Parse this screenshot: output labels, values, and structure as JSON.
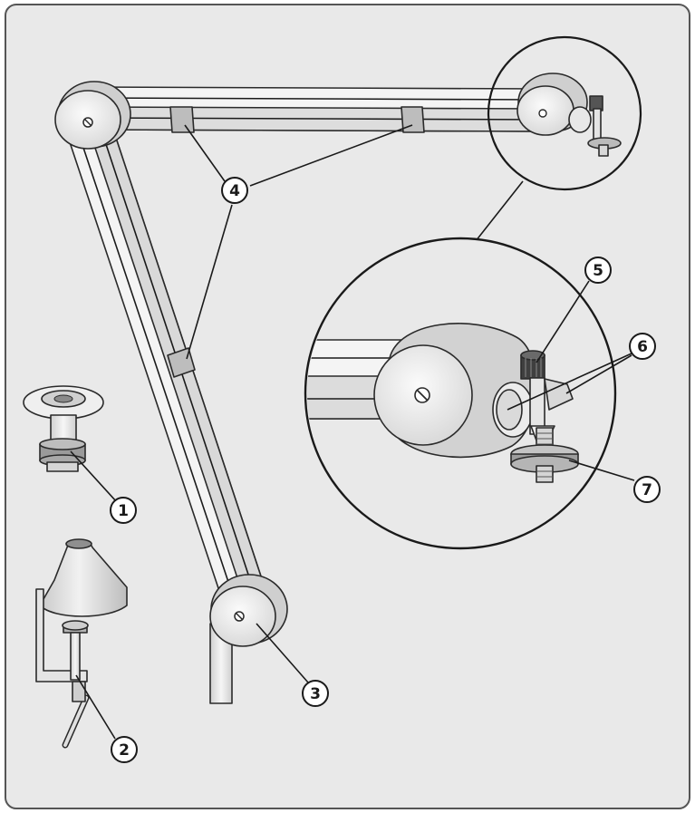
{
  "diagram": {
    "colors": {
      "frame": "#e9e9e9",
      "frame_border": "#555555",
      "part_fill": "#f7f7f7",
      "part_shade": "#d6d6d6",
      "part_dark": "#9a9a9a",
      "outline": "#2a2a2a"
    },
    "callouts": [
      {
        "id": "c1",
        "label": "1"
      },
      {
        "id": "c2",
        "label": "2"
      },
      {
        "id": "c3",
        "label": "3"
      },
      {
        "id": "c4",
        "label": "4"
      },
      {
        "id": "c5",
        "label": "5"
      },
      {
        "id": "c6",
        "label": "6"
      },
      {
        "id": "c7",
        "label": "7"
      }
    ]
  }
}
